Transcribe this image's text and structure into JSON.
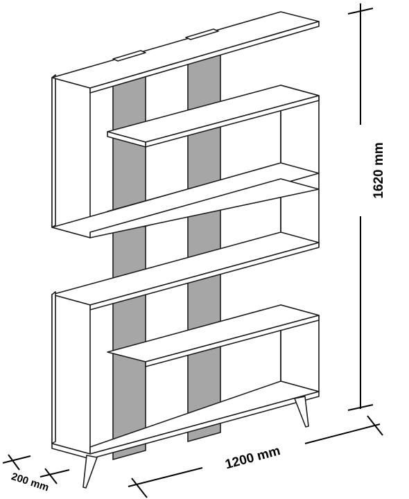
{
  "diagram": {
    "type": "technical-dimension-drawing",
    "dimensions": {
      "height_label": "1620 mm",
      "width_label": "1200 mm",
      "depth_label": "200 mm"
    },
    "colors": {
      "line": "#1a1a1a",
      "panel_fill": "#ffffff",
      "back_panel_fill": "#a6a6a6",
      "dimension_line": "#000000"
    }
  }
}
